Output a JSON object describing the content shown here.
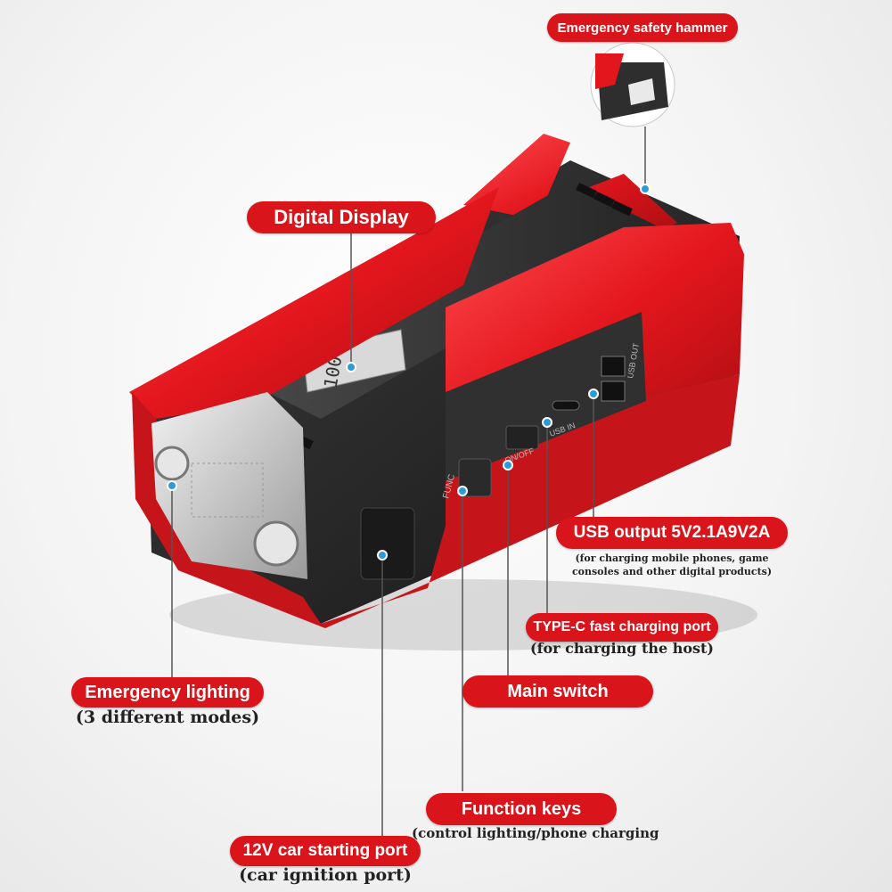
{
  "labels": {
    "hammer": "Emergency safety hammer",
    "display": "Digital Display",
    "usb_output": "USB output 5V2.1A9V2A",
    "usb_output_note_1": "(for charging mobile phones, game",
    "usb_output_note_2": "consoles and other digital products)",
    "typec": "TYPE-C fast charging port",
    "typec_note": "(for charging the host)",
    "main_switch": "Main switch",
    "lighting": "Emergency lighting",
    "lighting_note": "(3 different modes)",
    "function_keys": "Function keys",
    "function_keys_note": "(control lighting/phone charging",
    "car_port": "12V car starting port",
    "car_port_note": "(car ignition port)"
  },
  "device_markings": {
    "usb_out": "USB OUT",
    "usb_in": "USB IN",
    "on_off": "ON/OFF",
    "func": "FUNC",
    "display_reading": "100"
  },
  "colors": {
    "accent_red": "#d9141a",
    "device_red": "#e8222a",
    "device_dark": "#2b2b2b",
    "pointer_dot": "#2e9bd6"
  }
}
